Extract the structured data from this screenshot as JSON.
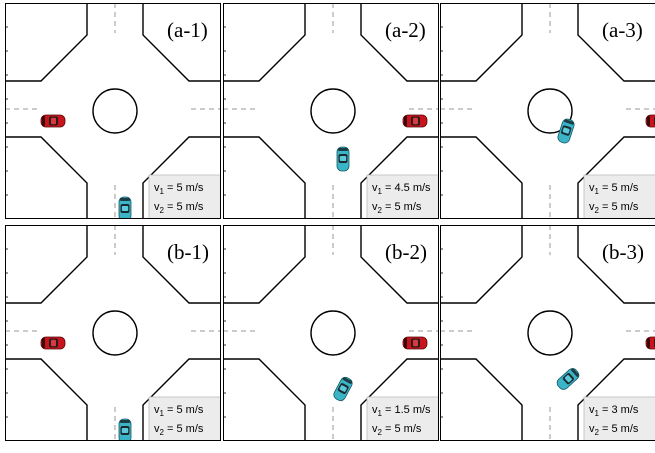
{
  "panels": [
    {
      "title": "(a-1)",
      "v1_label": "v",
      "v1_sub": "1",
      "v1_value": " = 5 m/s",
      "v2_label": "v",
      "v2_sub": "2",
      "v2_value": " = 5 m/s",
      "car1": "red-car",
      "car2": "cyan-car"
    },
    {
      "title": "(a-2)",
      "v1_label": "v",
      "v1_sub": "1",
      "v1_value": " = 4.5 m/s",
      "v2_label": "v",
      "v2_sub": "2",
      "v2_value": " = 5 m/s",
      "car1": "red-car",
      "car2": "cyan-car"
    },
    {
      "title": "(a-3)",
      "v1_label": "v",
      "v1_sub": "1",
      "v1_value": " = 5 m/s",
      "v2_label": "v",
      "v2_sub": "2",
      "v2_value": " = 5 m/s",
      "car1": "red-car",
      "car2": "cyan-car"
    },
    {
      "title": "(b-1)",
      "v1_label": "v",
      "v1_sub": "1",
      "v1_value": " = 5 m/s",
      "v2_label": "v",
      "v2_sub": "2",
      "v2_value": " = 5 m/s",
      "car1": "red-car",
      "car2": "cyan-car"
    },
    {
      "title": "(b-2)",
      "v1_label": "v",
      "v1_sub": "1",
      "v1_value": " = 1.5 m/s",
      "v2_label": "v",
      "v2_sub": "2",
      "v2_value": " = 5 m/s",
      "car1": "red-car",
      "car2": "cyan-car"
    },
    {
      "title": "(b-3)",
      "v1_label": "v",
      "v1_sub": "1",
      "v1_value": " = 3 m/s",
      "v2_label": "v",
      "v2_sub": "2",
      "v2_value": " = 5 m/s",
      "car1": "red-car",
      "car2": "cyan-car"
    }
  ],
  "colors": {
    "road_edge": "#000000",
    "lane_dash": "#999999",
    "legend_bg": "#ececec",
    "car1_body": "#c8141c",
    "car2_body": "#3cb4c8"
  }
}
